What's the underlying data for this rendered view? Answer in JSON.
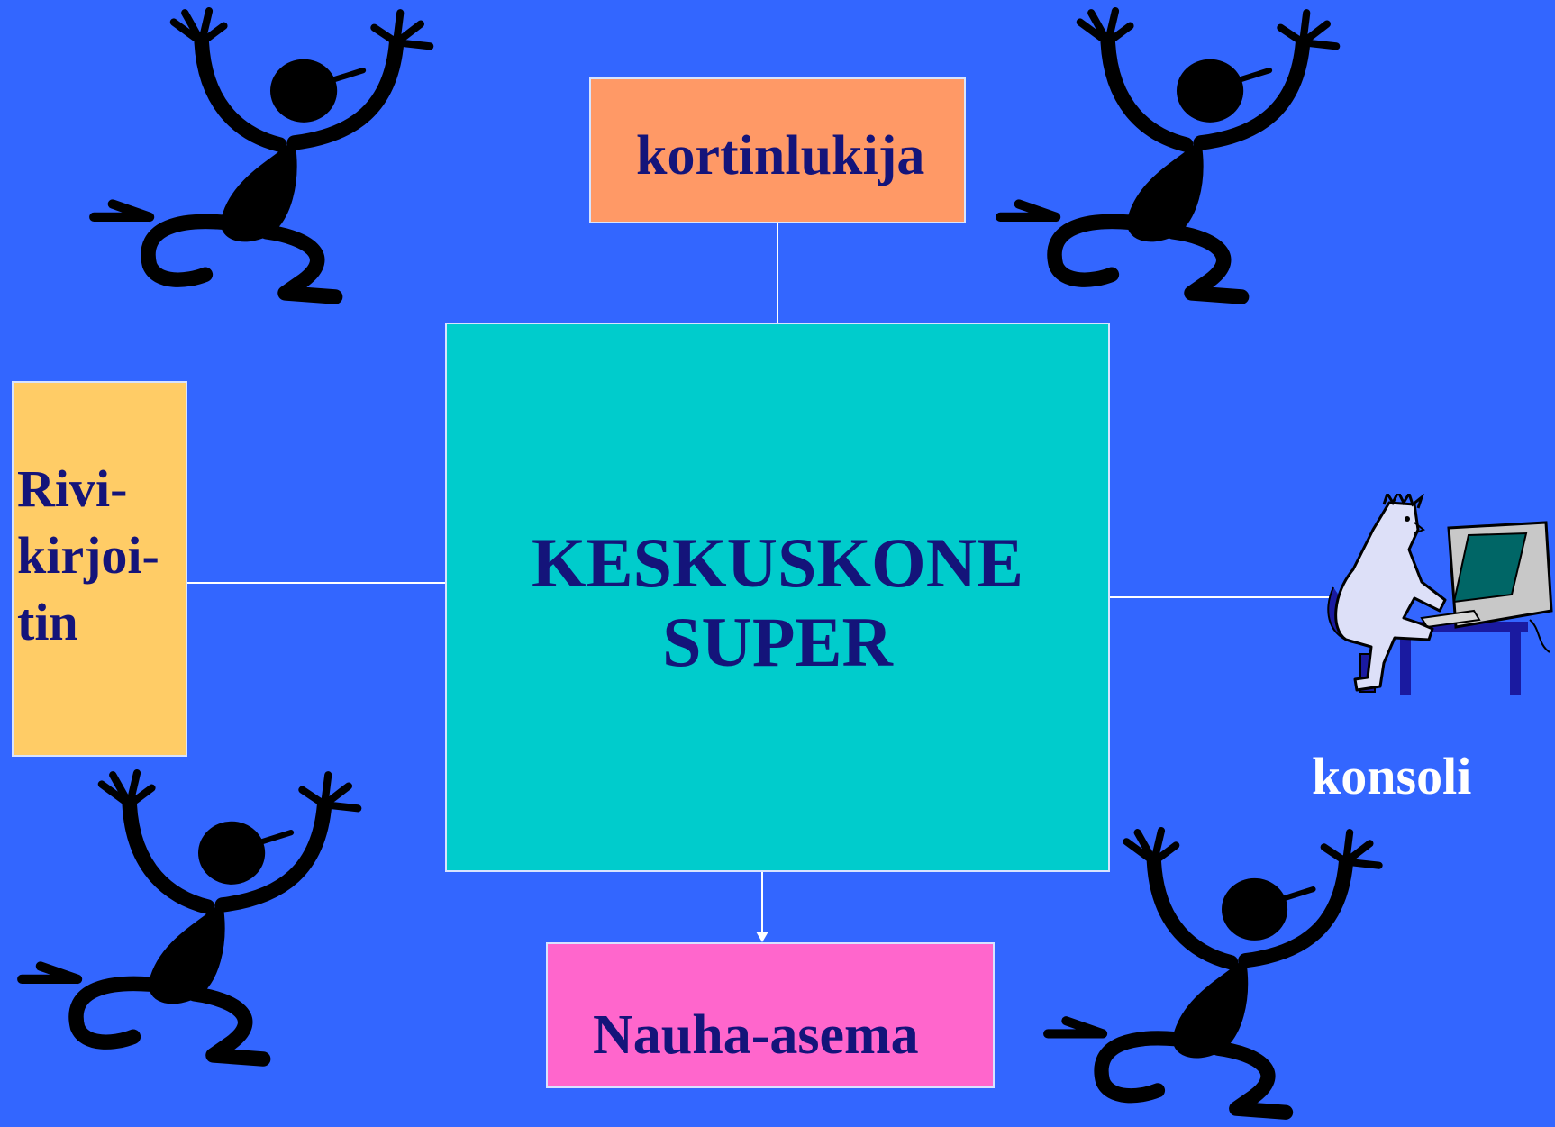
{
  "boxes": {
    "card_reader": "kortinlukija",
    "mainframe": {
      "line1": "KESKUSKONE",
      "line2": "SUPER"
    },
    "printer": {
      "line1": "Rivi-",
      "line2": "kirjoi-",
      "line3": "tin"
    },
    "tape_drive": "Nauha-asema"
  },
  "console": {
    "label": "konsoli"
  },
  "colors": {
    "background": "#3366ff",
    "card_reader": "#ff9966",
    "mainframe": "#00cccc",
    "printer": "#ffcc66",
    "tape_drive": "#ff66cc",
    "box_text": "#14147a",
    "connector": "#ffffff"
  },
  "icons": [
    "dancing-figure-icon",
    "computer-user-icon",
    "arrow-head-icon"
  ]
}
